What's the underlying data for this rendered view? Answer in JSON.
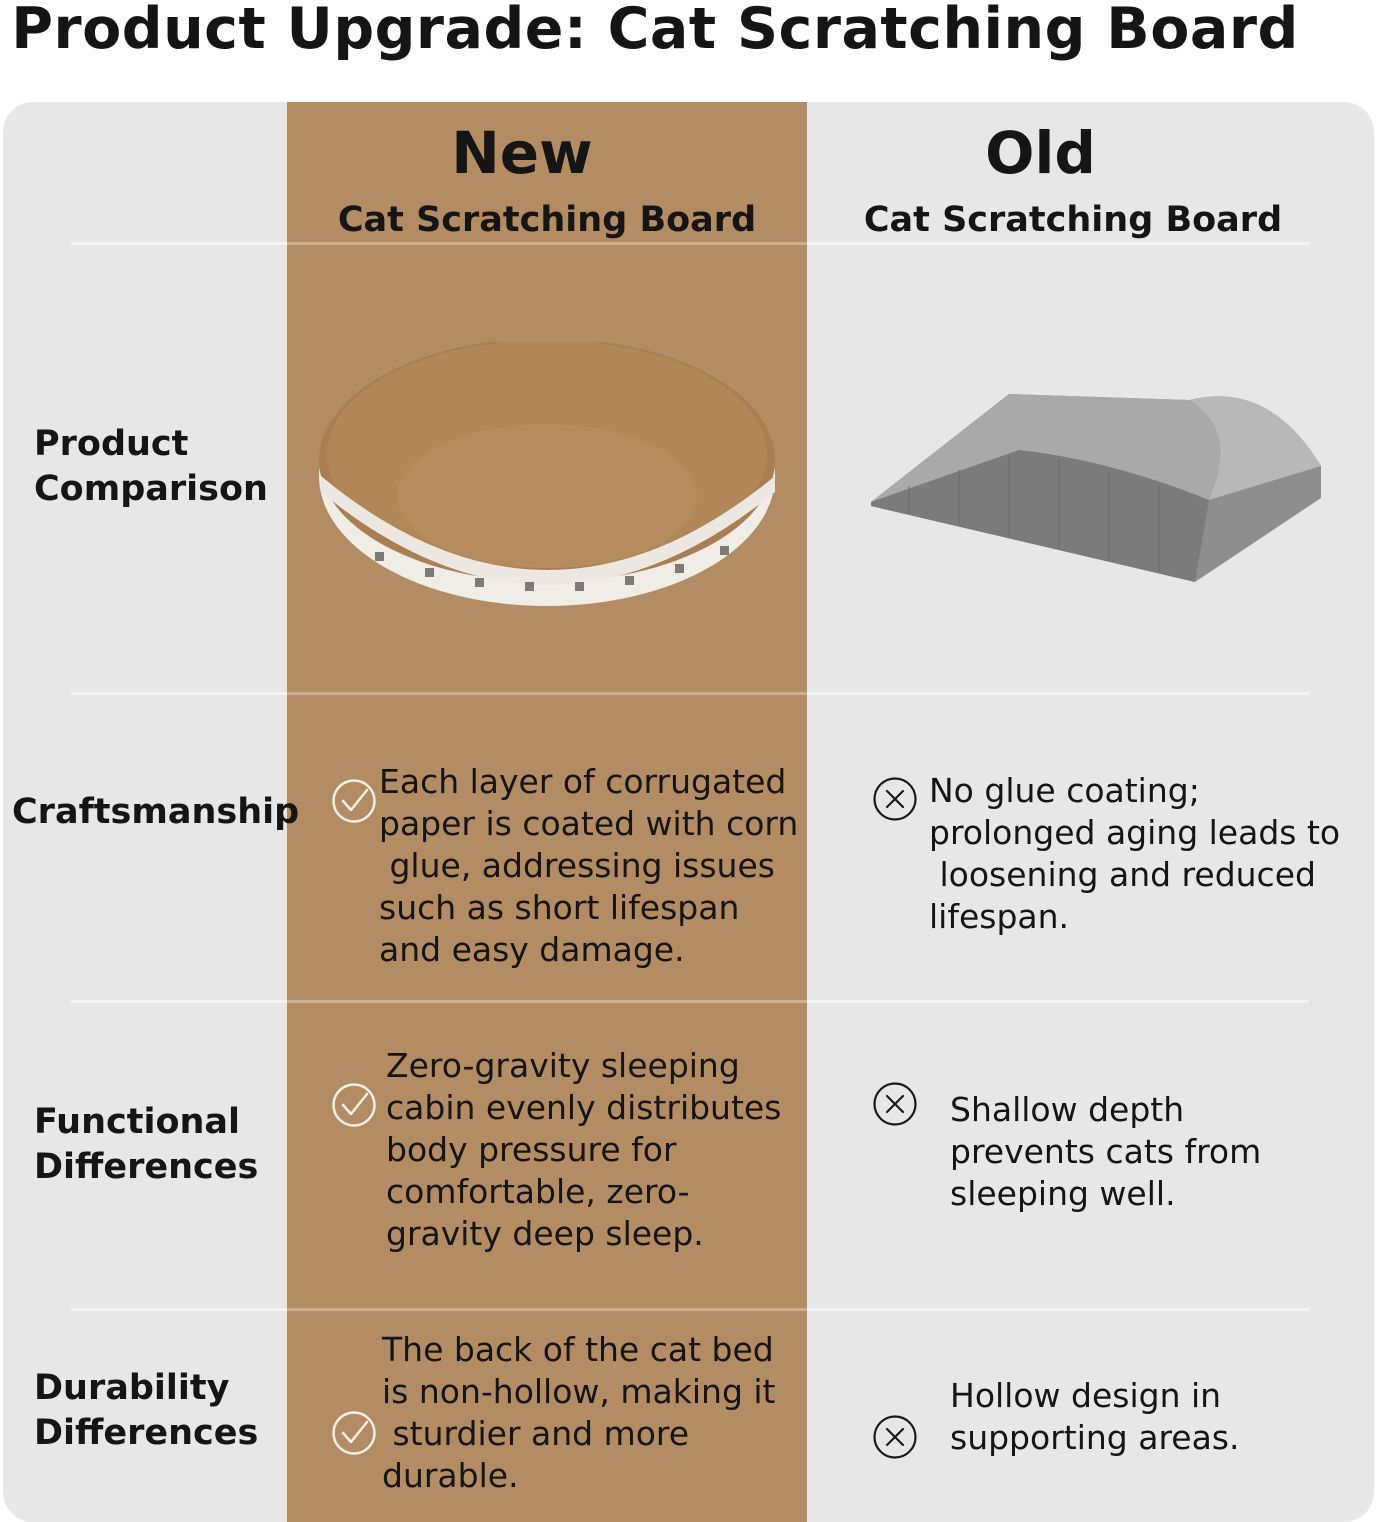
{
  "title": "Product Upgrade: Cat Scratching Board",
  "columns": {
    "new": {
      "label": "New",
      "sublabel": "Cat Scratching Board"
    },
    "old": {
      "label": "Old",
      "sublabel": "Cat Scratching Board"
    }
  },
  "rows": [
    {
      "label": "Product\nComparison"
    },
    {
      "label": "Craftsmanship",
      "new_text": "Each layer of corrugated\npaper is coated with corn\n glue, addressing issues\nsuch as short lifespan\nand easy damage.",
      "old_text": "No glue coating;\nprolonged aging leads to\n loosening and reduced\nlifespan."
    },
    {
      "label": "Functional\nDifferences",
      "new_text": "Zero-gravity sleeping\ncabin evenly distributes\nbody pressure for\ncomfortable, zero-\ngravity deep sleep.",
      "old_text": "Shallow depth\nprevents cats from\nsleeping well."
    },
    {
      "label": "Durability\nDifferences",
      "new_text": "The back of the cat bed\nis non-hollow, making it\n sturdier and more\ndurable.",
      "old_text": "Hollow design in\nsupporting areas."
    }
  ],
  "colors": {
    "new_column": "#b48c63",
    "panel": "#e7e7e7",
    "check": "#f5efe6",
    "cross": "#1a1a1a"
  }
}
